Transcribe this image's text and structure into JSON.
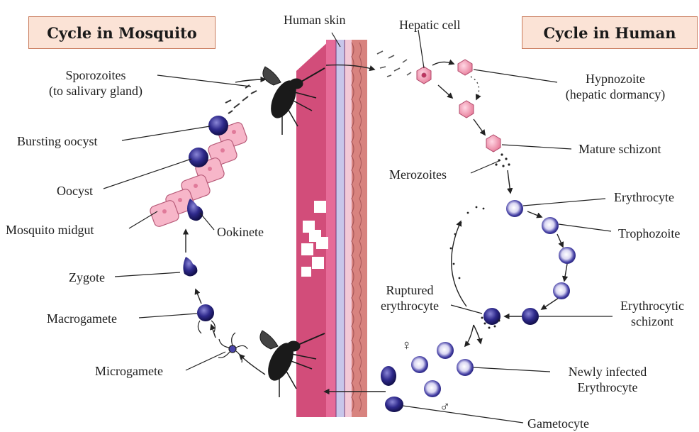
{
  "headers": {
    "mosquito_cycle": "Cycle in Mosquito",
    "human_cycle": "Cycle in Human"
  },
  "labels": {
    "human_skin": "Human skin",
    "hepatic_cell": "Hepatic cell",
    "sporozoites_l1": "Sporozoites",
    "sporozoites_l2": "(to salivary gland)",
    "hypnozoite_l1": "Hypnozoite",
    "hypnozoite_l2": "(hepatic dormancy)",
    "bursting_oocyst": "Bursting oocyst",
    "mature_schizont": "Mature schizont",
    "merozoites": "Merozoites",
    "oocyst": "Oocyst",
    "erythrocyte": "Erythrocyte",
    "mosquito_midgut": "Mosquito midgut",
    "ookinete": "Ookinete",
    "trophozoite": "Trophozoite",
    "zygote": "Zygote",
    "ruptured_l1": "Ruptured",
    "ruptured_l2": "erythrocyte",
    "erythrocytic_l1": "Erythrocytic",
    "erythrocytic_l2": "schizont",
    "macrogamete": "Macrogamete",
    "microgamete": "Microgamete",
    "newly_infected_l1": "Newly infected",
    "newly_infected_l2": "Erythrocyte",
    "gametocyte": "Gametocyte"
  },
  "symbols": {
    "female": "♀",
    "male": "♂"
  },
  "colors": {
    "header_fill": "#fbe3d6",
    "header_border": "#c97a5b",
    "skin_pink": "#ea6f9b",
    "tissue_red": "#d8837f",
    "parasite_purple": "#2f2a8c",
    "cell_pink": "#f7b6c9",
    "mosquito": "#1a1a1a"
  }
}
